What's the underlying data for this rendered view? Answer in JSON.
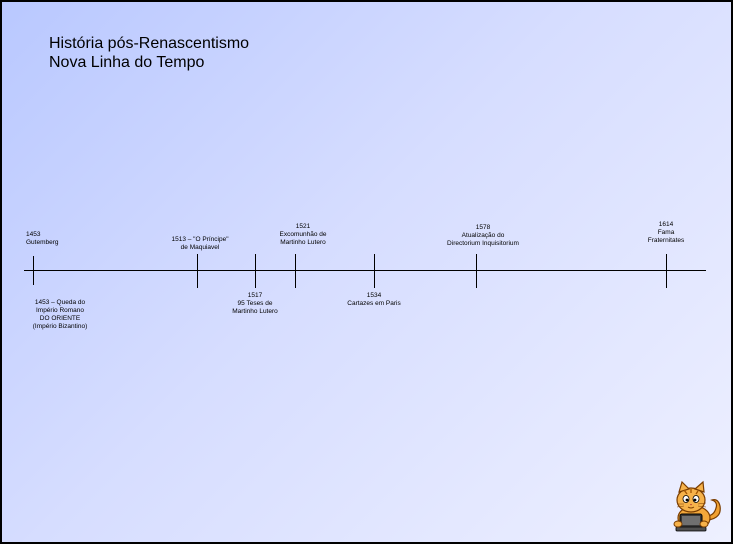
{
  "slide": {
    "title_line1": "História pós-Renascentismo",
    "title_line2": "Nova Linha do Tempo"
  },
  "timeline": {
    "events": [
      {
        "id": "gutenberg",
        "text": "1453\nGutemberg"
      },
      {
        "id": "queda",
        "text": "1453 – Queda do\nImpério Romano\nDO ORIENTE\n(Império Bizantino)"
      },
      {
        "id": "principe",
        "text": "1513 – \"O Príncipe\"\nde Maquiavel"
      },
      {
        "id": "teses",
        "text": "1517\n95 Teses de\nMartinho Lutero"
      },
      {
        "id": "excom",
        "text": "1521\nExcomunhão de\nMartinho Lutero"
      },
      {
        "id": "cartazes",
        "text": "1534\nCartazes em Paris"
      },
      {
        "id": "directorium",
        "text": "1578\nAtualização do\nDirectorium Inquisitorium"
      },
      {
        "id": "fama",
        "text": "1614\nFama\nFraternitates"
      }
    ]
  },
  "mascot": {
    "icon": "cat-with-laptop-icon"
  }
}
